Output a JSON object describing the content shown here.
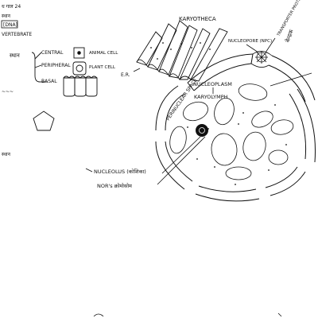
{
  "labels": {
    "margin_top": "ध गाल 24",
    "margin_dna": "[DNA]",
    "margin_line": "~~~~",
    "margin_vertebrate": "VERTEBRATE",
    "margin_left_hindi": "स्थान",
    "central": "CENTRAL",
    "animal_cell": "ANIMAL CELL",
    "peripheral": "PERIPHERAL",
    "plant_cell": "PLANT CELL",
    "basal": "BASAL",
    "margin_pollen": "~~~",
    "er": "E.R.",
    "karyotheca": "KARYOTHECA",
    "nucleopore": "NUCLEOPORE (NPC)",
    "transporter": "TRANSPORTER PROTEIN",
    "right_hindi": "केन्द्रक",
    "perinuclear": "PERINUCLEAR SPACE",
    "nucleoplasm": "NUCLEOPLASM",
    "karyolymph": "KARYOLYMPH",
    "nucleolus": "NUCLEOLUS (",
    "nucleolus_hindi": "कोशिका)",
    "nors": "NOR's ",
    "nors_hindi": "क्रोमोसोम"
  },
  "colors": {
    "ink": "#111111",
    "background": "#ffffff"
  }
}
